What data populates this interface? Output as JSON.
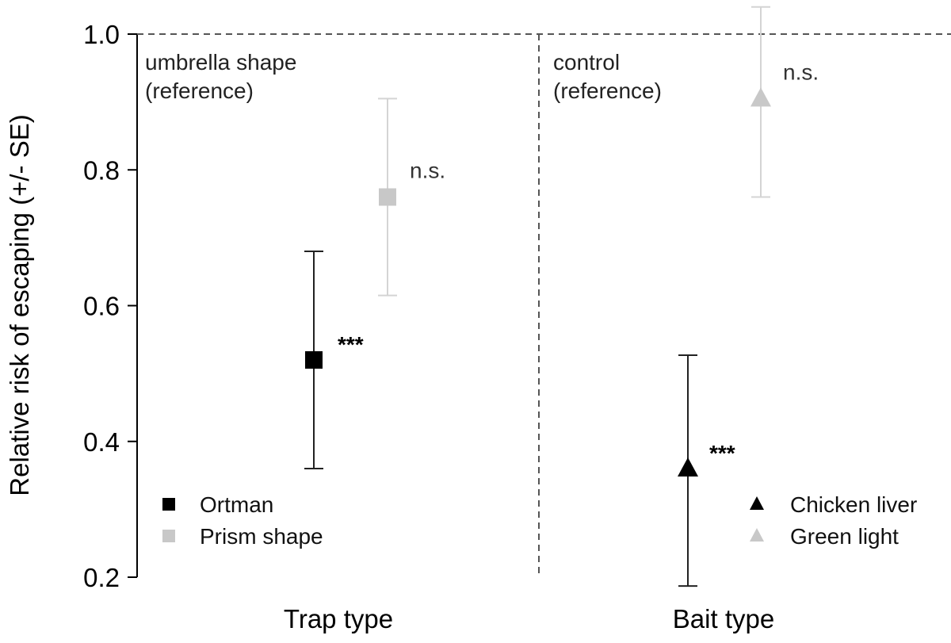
{
  "chart_data": {
    "type": "scatter",
    "ylabel": "Relative risk of escaping (+/- SE)",
    "ylim": [
      0.2,
      1.0
    ],
    "yticks": [
      "0.2",
      "0.4",
      "0.6",
      "0.8",
      "1.0"
    ],
    "reference_line": 1.0,
    "grid": false,
    "panels": [
      {
        "xlabel": "Trap type",
        "reference_label": [
          "umbrella shape",
          "(reference)"
        ],
        "legend_position": "bottom-left",
        "series": [
          {
            "name": "Ortman",
            "marker": "square",
            "color": "#000000",
            "value": 0.52,
            "lower": 0.36,
            "upper": 0.68,
            "significance": "***"
          },
          {
            "name": "Prism shape",
            "marker": "square",
            "color": "#c8c8c8",
            "value": 0.76,
            "lower": 0.615,
            "upper": 0.905,
            "significance": "n.s."
          }
        ]
      },
      {
        "xlabel": "Bait type",
        "reference_label": [
          "control",
          "(reference)"
        ],
        "legend_position": "bottom-right",
        "series": [
          {
            "name": "Chicken liver",
            "marker": "triangle",
            "color": "#000000",
            "value": 0.36,
            "lower": 0.187,
            "upper": 0.527,
            "significance": "***"
          },
          {
            "name": "Green light",
            "marker": "triangle",
            "color": "#c8c8c8",
            "value": 0.905,
            "lower": 0.76,
            "upper": 1.04,
            "significance": "n.s."
          }
        ]
      }
    ]
  }
}
